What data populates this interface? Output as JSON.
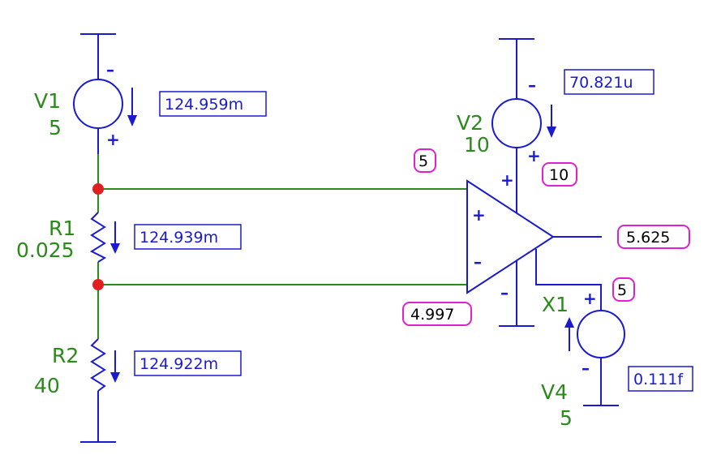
{
  "colors": {
    "wire_green": "#2a8a1a",
    "component_blue": "#1a1ad0",
    "node_red": "#e02020",
    "node_label_border": "#e020d0",
    "current_label_border": "#1a1ad0"
  },
  "components": {
    "V1": {
      "name": "V1",
      "value": "5"
    },
    "V2": {
      "name": "V2",
      "value": "10"
    },
    "V4": {
      "name": "V4",
      "value": "5"
    },
    "R1": {
      "name": "R1",
      "value": "0.025"
    },
    "R2": {
      "name": "R2",
      "value": "40"
    },
    "X1": {
      "name": "X1"
    }
  },
  "currents": {
    "V1": "124.959m",
    "R1": "124.939m",
    "R2": "124.922m",
    "V2": "70.821u",
    "V4": "0.111f"
  },
  "node_voltages": {
    "inp": "5",
    "v2_node": "10",
    "out": "5.625",
    "inn": "4.997",
    "v4_node": "5"
  },
  "signs": {
    "plus": "+",
    "minus": "–"
  }
}
